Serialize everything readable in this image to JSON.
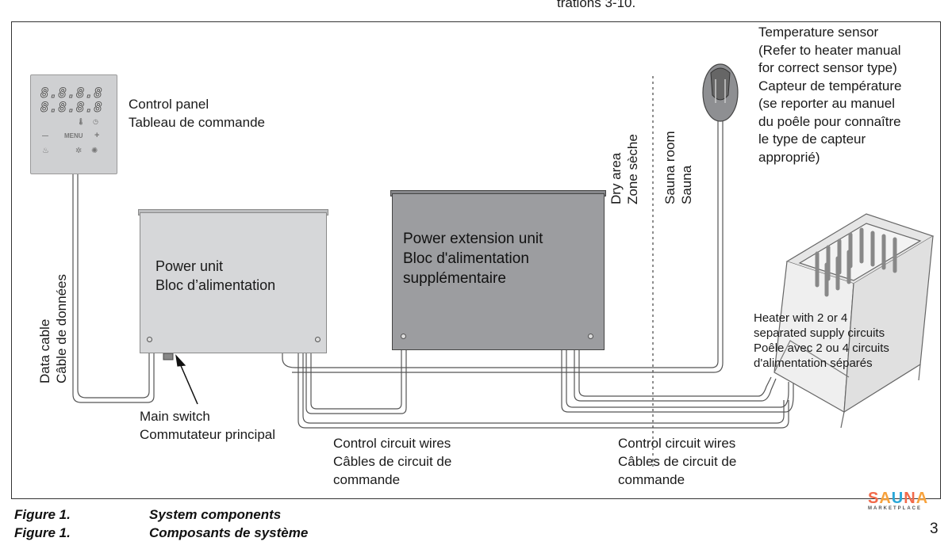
{
  "top_fragment": "trations 3-10.",
  "labels": {
    "control_panel": [
      "Control panel",
      "Tableau de commande"
    ],
    "data_cable": [
      "Data cable",
      "Câble de données"
    ],
    "power_unit": [
      "Power unit",
      "Bloc d’alimentation"
    ],
    "power_extension": [
      "Power extension unit",
      "Bloc d'alimentation",
      "supplémentaire"
    ],
    "dry_area": [
      "Dry area",
      "Zone sèche"
    ],
    "sauna_room": [
      "Sauna room",
      "Sauna"
    ],
    "temp_sensor": [
      "Temperature sensor",
      "(Refer to heater manual",
      "for correct sensor type)",
      "Capteur de température",
      "(se reporter au manuel",
      "du poêle pour connaître",
      "le type de capteur",
      "approprié)"
    ],
    "heater": [
      "Heater with 2 or 4",
      "separated supply circuits",
      "Poêle avec 2 ou 4 circuits",
      "d'alimentation séparés"
    ],
    "main_switch": [
      "Main switch",
      "Commutateur principal"
    ],
    "ccw_left": [
      "Control circuit wires",
      "Câbles de circuit de",
      "commande"
    ],
    "ccw_right": [
      "Control circuit wires",
      "Câbles de circuit de",
      "commande"
    ]
  },
  "control_panel_ui": {
    "display_1": "8.8.8.8",
    "display_2": "8.8.8.8",
    "menu_label": "MENU",
    "minus": "—",
    "plus": "+"
  },
  "captions": [
    {
      "fig": "Figure 1.",
      "text": "System components"
    },
    {
      "fig": "Figure 1.",
      "text": "Composants de système"
    }
  ],
  "page_number": "3",
  "logo": {
    "letters": [
      "S",
      "A",
      "U",
      "N",
      "A"
    ],
    "colors": [
      "#f26a4b",
      "#f7a23c",
      "#2aa7d8",
      "#f26a4b",
      "#f7a23c"
    ],
    "sub": "MARKETPLACE"
  }
}
